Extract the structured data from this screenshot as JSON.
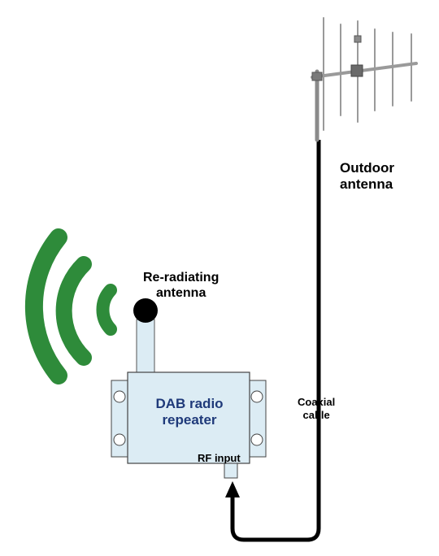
{
  "labels": {
    "outdoor_antenna_line1": "Outdoor",
    "outdoor_antenna_line2": "antenna",
    "reradiating_line1": "Re-radiating",
    "reradiating_line2": "antenna",
    "repeater_line1": "DAB radio",
    "repeater_line2": "repeater",
    "rf_input": "RF input",
    "coax_line1": "Coaxial",
    "coax_line2": "cable"
  },
  "colors": {
    "signal_green": "#2e8b3a",
    "repeater_fill": "#dcecf4",
    "repeater_text": "#1f3a7a",
    "antenna_ball": "#000000",
    "cable": "#000000",
    "antenna_metal": "#9a9a9a"
  },
  "icons": {
    "signal": "wireless-signal-icon",
    "yagi": "yagi-antenna-icon"
  }
}
